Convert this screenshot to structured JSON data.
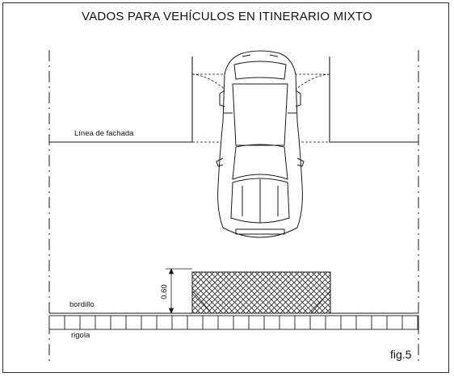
{
  "title": "VADOS PARA VEHÍCULOS EN ITINERARIO MIXTO",
  "labels": {
    "facade_line": "Línea de fachada",
    "curb": "bordillo",
    "gutter": "rigola",
    "dimension": "0.60"
  },
  "figure_label": "fig.5",
  "colors": {
    "line": "#1a1a1a",
    "hatch": "#222222"
  }
}
